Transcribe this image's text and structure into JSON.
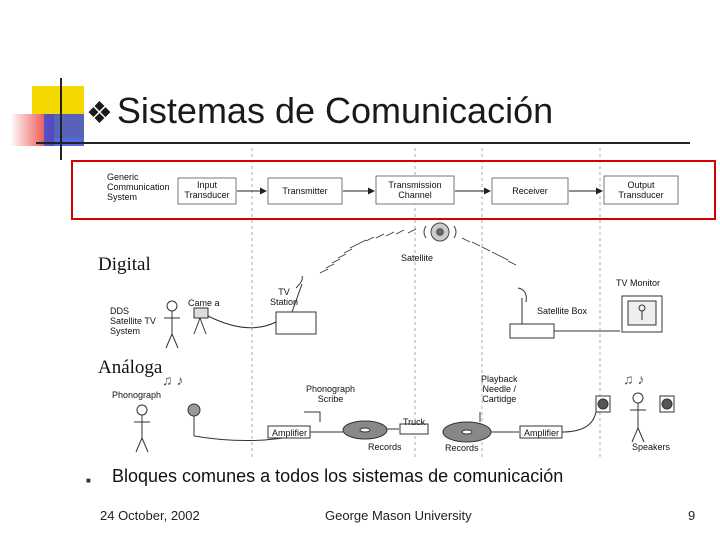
{
  "slide": {
    "title": "Sistemas de Comunicación",
    "title_bullet": "❖"
  },
  "generic_chain": {
    "label": "Generic\nCommunication\nSystem",
    "blocks": [
      "Input\nTransducer",
      "Transmitter",
      "Transmission\nChannel",
      "Receiver",
      "Output\nTransducer"
    ]
  },
  "labels": {
    "digital": "Digital",
    "analog": "Análoga"
  },
  "diagram": {
    "satellite": "Satellite",
    "tv_monitor": "TV Monitor",
    "tv_station": "TV\nStation",
    "camera": "Came a",
    "dds": "DDS\nSatellite TV\nSystem",
    "satellite_box": "Satellite Box",
    "phonograph": "Phonograph",
    "phonograph_scribe": "Phonograph\nScribe",
    "playback": "Playback\nNeedle /\nCartidge",
    "truck": "Truck",
    "amplifier_left": "Amplifier",
    "amplifier_right": "Amplifier",
    "records_left": "Records",
    "records_right": "Records",
    "speakers": "Speakers"
  },
  "bullet": {
    "marker": "■",
    "text": "Bloques comunes a todos los sistemas de comunicación"
  },
  "footer": {
    "date": "24 October, 2002",
    "university": "George Mason University",
    "page": "9"
  },
  "colors": {
    "accent_yellow": "#f5d800",
    "accent_red": "#e8302a",
    "accent_blue": "#3a4fd8",
    "highlight_box": "#d40000"
  }
}
